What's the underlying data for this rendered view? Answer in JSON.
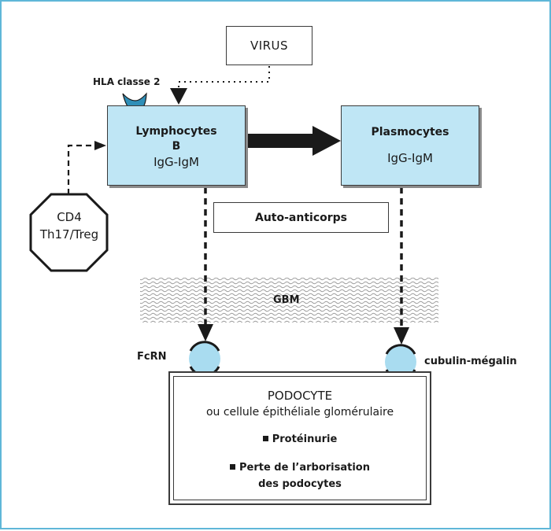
{
  "nodes": {
    "virus": {
      "label": "VIRUS"
    },
    "lymphocytes": {
      "title_line1": "Lymphocytes",
      "title_line2": "B",
      "antibodies": "IgG-IgM"
    },
    "plasmocytes": {
      "title": "Plasmocytes",
      "antibodies": "IgG-IgM"
    },
    "auto_anticorps": {
      "label": "Auto-anticorps"
    },
    "cd4": {
      "line1": "CD4",
      "line2": "Th17/Treg"
    },
    "podocyte": {
      "title": "PODOCYTE",
      "subtitle": "ou cellule épithéliale glomérulaire",
      "items": [
        "Protéinurie",
        "Perte de l’arborisation",
        "des podocytes"
      ]
    }
  },
  "labels": {
    "hla": "HLA classe 2",
    "gbm": "GBM",
    "fcrn": "FcRN",
    "cubulin": "cubulin-mégalin"
  },
  "colors": {
    "cell_fill": "#bfe6f5",
    "receptor_fill": "#a9dcf0",
    "hla_fill": "#2f8fb8",
    "frame_border": "#5fb7d8",
    "line": "#1a1a1a"
  }
}
